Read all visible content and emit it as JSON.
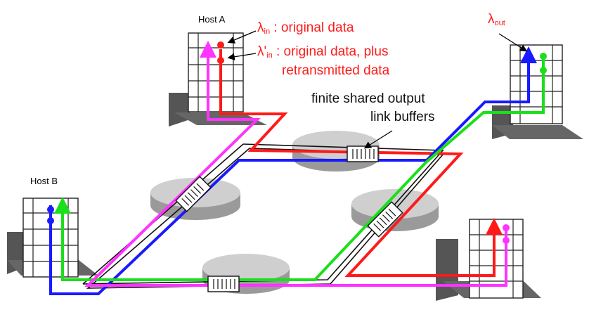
{
  "hosts": {
    "a": "Host A",
    "b": "Host B"
  },
  "labels": {
    "lambda_in_sym": "λ",
    "lambda_in_sub": "in",
    "lambda_in_text": " : original data",
    "lambda_in_prime_sym": "λ'",
    "lambda_in_prime_sub": "in",
    "lambda_in_prime_text": " : original data, plus",
    "lambda_in_prime_text2": "retransmitted data",
    "lambda_out_sym": "λ",
    "lambda_out_sub": "out",
    "buffers_line1": "finite shared output",
    "buffers_line2": "link buffers"
  },
  "colors": {
    "red": "#ff1a1a",
    "blue": "#1a1aff",
    "green": "#1adf1a",
    "magenta": "#ff33ff",
    "router_gray": "#c8c8c8",
    "router_dark": "#9a9a9a"
  },
  "icons": [
    "computer-icon",
    "router-icon",
    "buffer-icon",
    "arrow-icon"
  ]
}
